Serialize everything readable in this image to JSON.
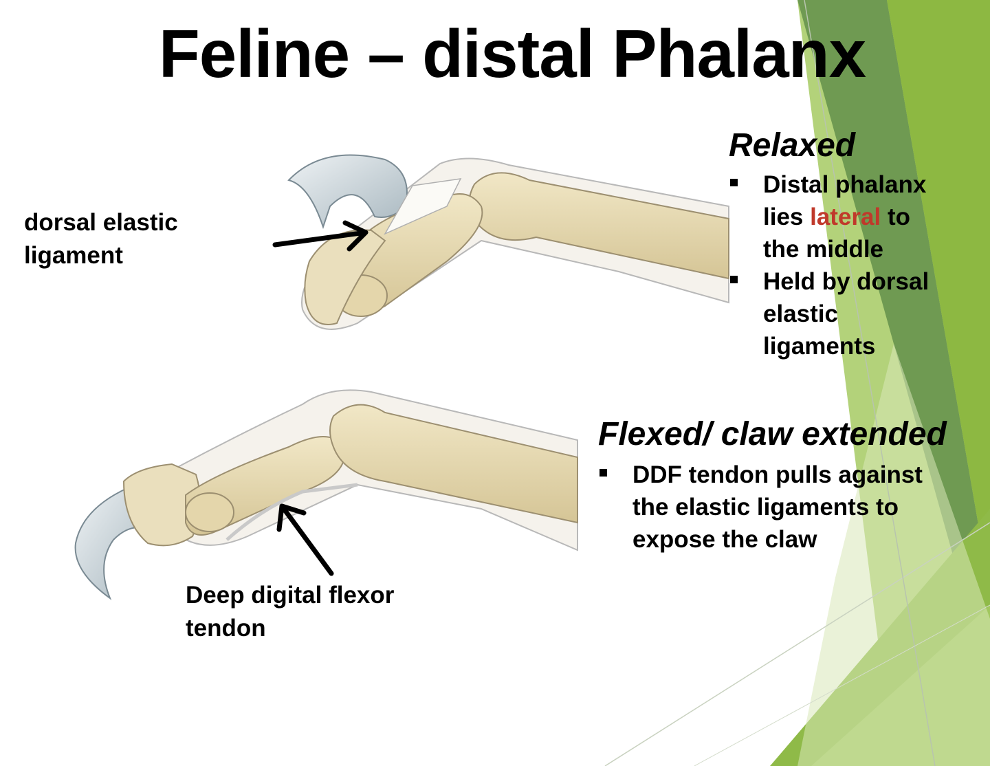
{
  "slide": {
    "title": "Feline – distal Phalanx"
  },
  "labels": {
    "dorsal_ligament": [
      "dorsal elastic",
      "ligament"
    ],
    "ddf_tendon": [
      "Deep digital flexor",
      "tendon"
    ]
  },
  "relaxed": {
    "heading": "Relaxed",
    "bullets": [
      {
        "lines": [
          [
            {
              "text": "Distal phalanx"
            }
          ],
          [
            {
              "text": "lies "
            },
            {
              "text": "lateral",
              "highlight": true
            },
            {
              "text": " to"
            }
          ],
          [
            {
              "text": "the middle"
            }
          ]
        ]
      },
      {
        "lines": [
          [
            {
              "text": "Held by dorsal"
            }
          ],
          [
            {
              "text": "elastic"
            }
          ],
          [
            {
              "text": "ligaments"
            }
          ]
        ]
      }
    ]
  },
  "flexed": {
    "heading": "Flexed/ claw extended",
    "bullets": [
      {
        "lines": [
          [
            {
              "text": "DDF tendon pulls against"
            }
          ],
          [
            {
              "text": "the elastic ligaments to"
            }
          ],
          [
            {
              "text": "expose the claw"
            }
          ]
        ]
      }
    ]
  },
  "colors": {
    "highlight": "#c0392b",
    "theme_green_light": "#8db842",
    "theme_green_dark": "#6d9848",
    "bone": "#e8dcb5",
    "claw": "#c8d3d9"
  }
}
